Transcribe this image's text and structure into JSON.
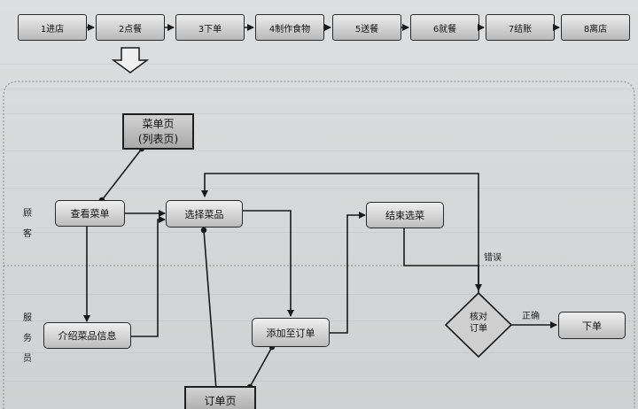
{
  "process_steps": [
    "1进店",
    "2点餐",
    "3下单",
    "4制作食物",
    "5送餐",
    "6就餐",
    "7结账",
    "8离店"
  ],
  "lanes": {
    "customer": [
      "顾",
      "客"
    ],
    "staff": [
      "服",
      "务",
      "员"
    ]
  },
  "nodes": {
    "menu_page_line1": "菜单页",
    "menu_page_line2": "(列表页)",
    "view_menu": "查看菜单",
    "choose_dish": "选择菜品",
    "finish_choose": "结束选菜",
    "introduce_dish": "介绍菜品信息",
    "add_to_order": "添加至订单",
    "check_order_line1": "核对",
    "check_order_line2": "订单",
    "place_order": "下单",
    "order_page": "订单页"
  },
  "edge_labels": {
    "wrong": "错误",
    "correct": "正确"
  }
}
